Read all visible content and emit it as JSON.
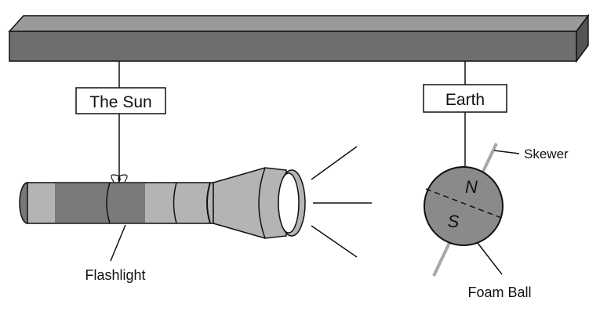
{
  "labels": {
    "sun": "The Sun",
    "earth": "Earth",
    "flashlight": "Flashlight",
    "skewer": "Skewer",
    "foam_ball": "Foam Ball",
    "north": "N",
    "south": "S"
  },
  "colors": {
    "beam": "#6e6e6e",
    "body": "#b4b4b4",
    "dark": "#7a7a7a",
    "skewer": "#a8a8a8"
  }
}
